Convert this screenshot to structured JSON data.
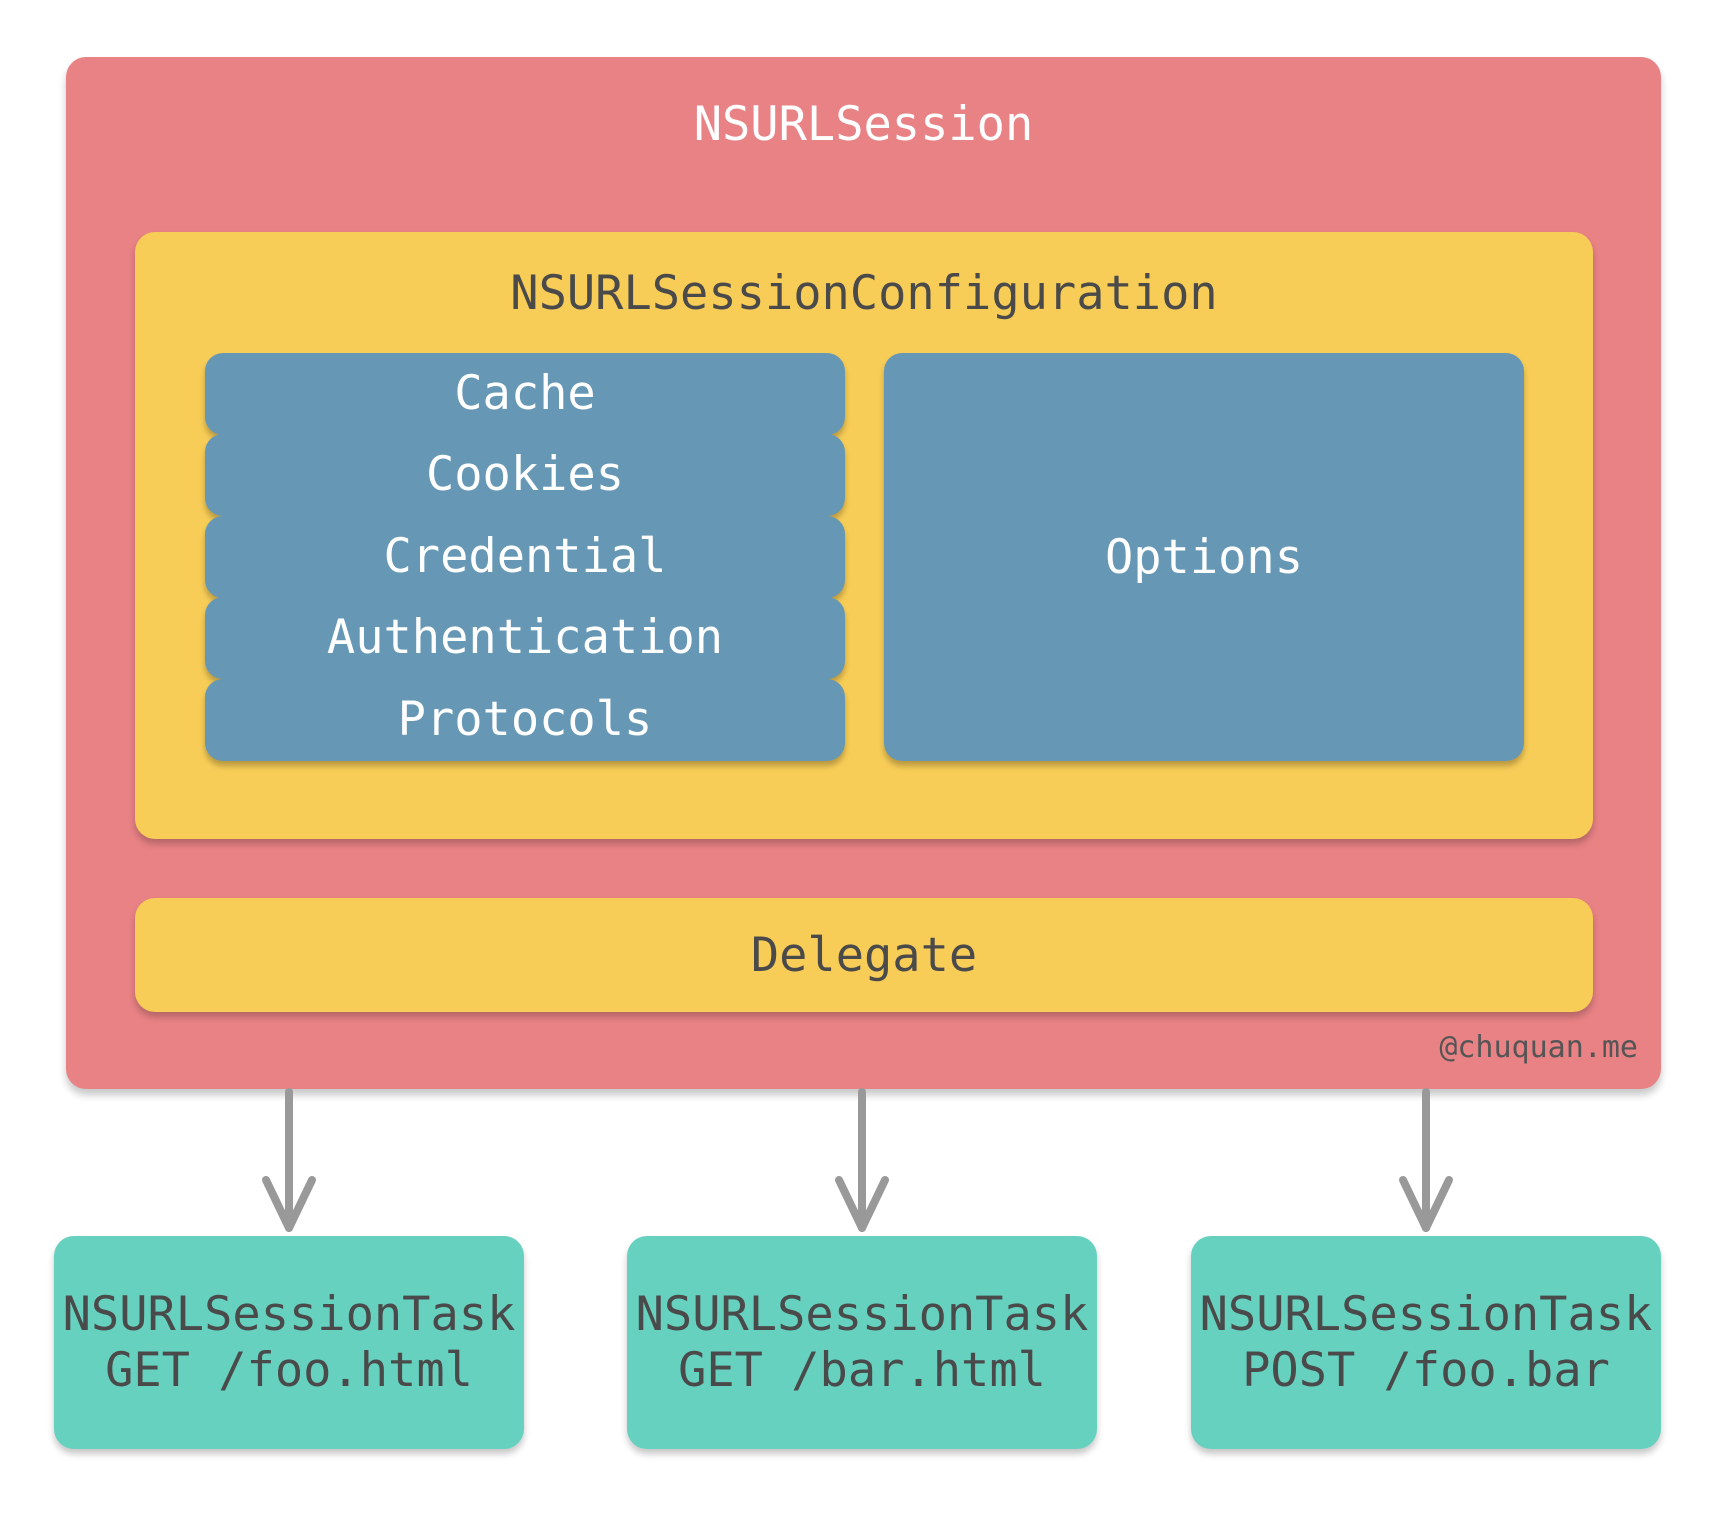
{
  "session": {
    "title": "NSURLSession",
    "watermark": "@chuquan.me"
  },
  "configuration": {
    "title": "NSURLSessionConfiguration",
    "stack_items": [
      "Cache",
      "Cookies",
      "Credential",
      "Authentication",
      "Protocols"
    ],
    "options_label": "Options"
  },
  "delegate": {
    "label": "Delegate"
  },
  "tasks": [
    {
      "name": "NSURLSessionTask",
      "request": "GET /foo.html"
    },
    {
      "name": "NSURLSessionTask",
      "request": "GET /bar.html"
    },
    {
      "name": "NSURLSessionTask",
      "request": "POST /foo.bar"
    }
  ],
  "colors": {
    "session": "#e88285",
    "configuration": "#f8cd57",
    "blue_box": "#6698b5",
    "task": "#67d1c0",
    "arrow": "#999999"
  }
}
